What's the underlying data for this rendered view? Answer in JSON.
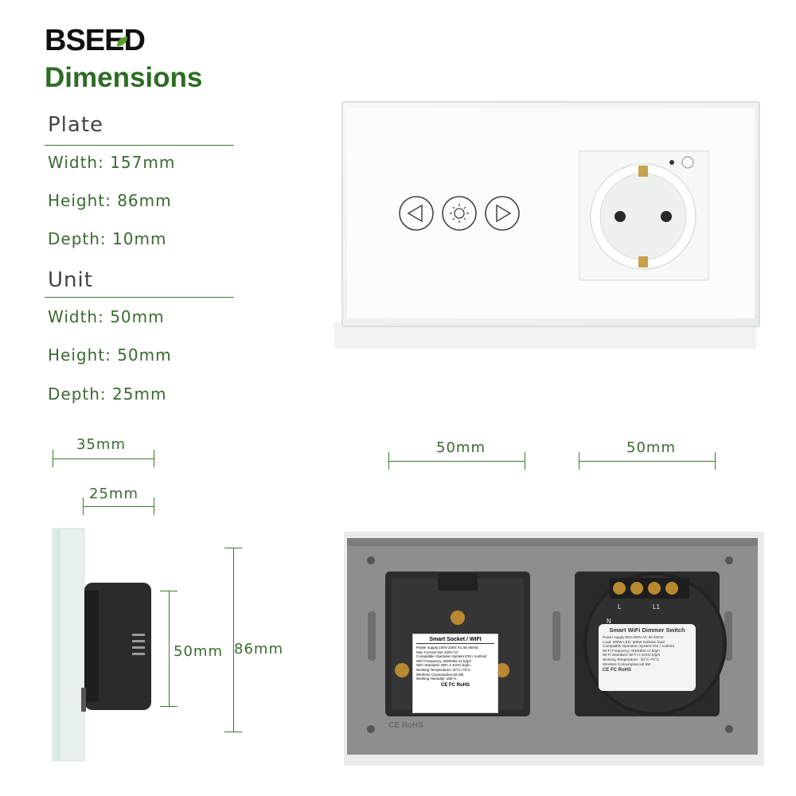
{
  "brand": {
    "name": "BSEED"
  },
  "title": "Dimensions",
  "plate": {
    "heading": "Plate",
    "width": "Width: 157mm",
    "height": "Height: 86mm",
    "depth": "Depth: 10mm"
  },
  "unit": {
    "heading": "Unit",
    "width": "Width: 50mm",
    "height": "Height: 50mm",
    "depth": "Depth: 25mm"
  },
  "dimensions": {
    "side_depth_total": "35mm",
    "side_depth_unit": "25mm",
    "front_unit_width_left": "50mm",
    "front_unit_width_right": "50mm",
    "unit_height": "50mm",
    "plate_height": "86mm"
  },
  "socket_label": {
    "title": "Smart Socket / WIFI",
    "lines": [
      "Power supply:100V-240V AC  50 /60HZ",
      "Max Current:16A  240V AC",
      "Compatible Operation System:IOS / Android",
      "WiFi Frequency: IEEE802.11 b/g/n",
      "WiFi Standard: WiFi 2.4GHz b/g/n",
      "Working Temperature:-20°C~70°C",
      "Wireless Consumption:≤0.2W",
      "Working Humidity: ≤95 %"
    ],
    "marks": "CE FC RoHS"
  },
  "dimmer_label": {
    "title": "Smart WiFi Dimmer Switch",
    "lines": [
      "Power supply:90V-250V AC  50 /60HZ",
      "Load: 300W LED, 500W resistive load",
      "Compatible Operation System:IOS / Android",
      "Wi-Fi Frequency: IEEE802.11 b/g/n",
      "Wi-Fi Standard: Wi-Fi 2.4GHz b/g/n",
      "Working Temperature: -20°C~70°C",
      "Wireless Consumption:≤0.5W"
    ],
    "marks": "CE FC RoHS"
  },
  "terminals": {
    "l": "L",
    "l1": "L1",
    "n": "N"
  },
  "back_marks": "CE RoHS",
  "colors": {
    "accent": "#3b7a2e",
    "brand_leaf": "#5aa02c",
    "plate_back": "#8f8f8f",
    "module": "#2b2b2b"
  }
}
